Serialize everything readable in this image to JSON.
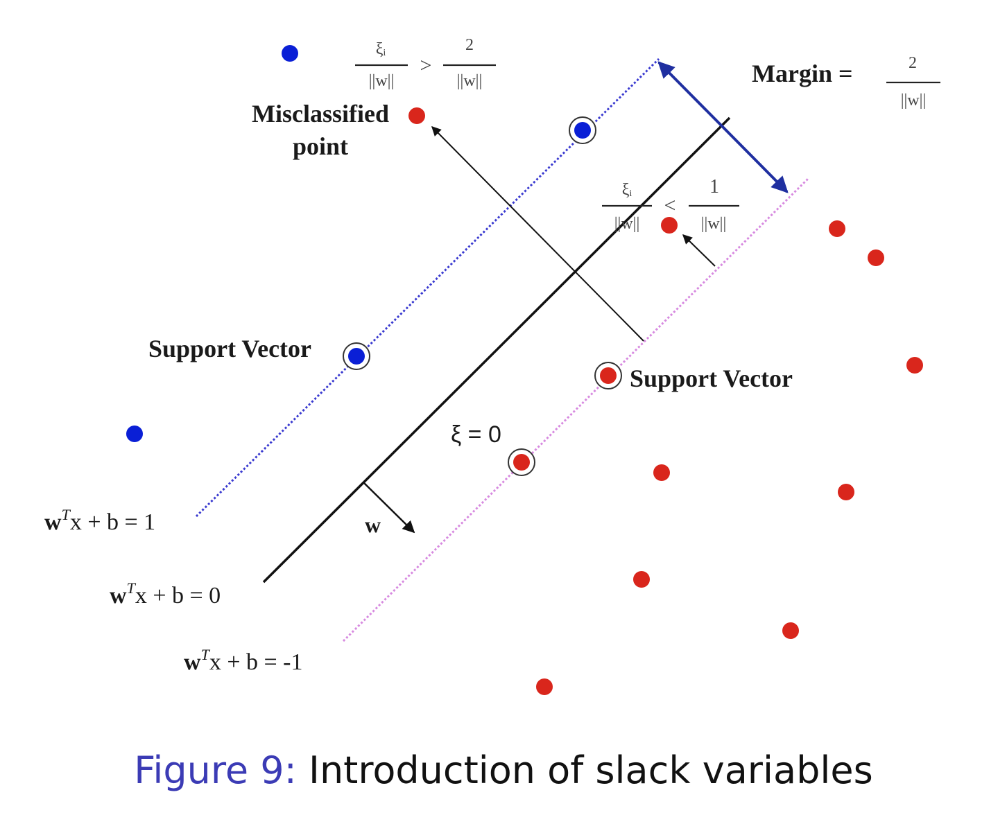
{
  "labels": {
    "misclassified_line1": "Misclassified",
    "misclassified_line2": "point",
    "support_vector_left": "Support Vector",
    "support_vector_right": "Support Vector",
    "margin_label": "Margin =",
    "xi_zero": "ξ = 0",
    "w_vector": "w"
  },
  "fractions": {
    "top": {
      "num_left": "ξᵢ",
      "den_left": "||w||",
      "op": ">",
      "num_right": "2",
      "den_right": "||w||"
    },
    "mid": {
      "num_left": "ξᵢ",
      "den_left": "||w||",
      "op": "<",
      "num_right": "1",
      "den_right": "||w||"
    },
    "margin": {
      "num": "2",
      "den": "||w||"
    }
  },
  "equations": {
    "plus_one": {
      "w": "w",
      "T": "T",
      "rest": "x + b = 1"
    },
    "zero": {
      "w": "w",
      "T": "T",
      "rest": "x + b = 0"
    },
    "minus_one": {
      "w": "w",
      "T": "T",
      "rest": "x + b = -1"
    }
  },
  "colors": {
    "blue_point": "#0a1fd6",
    "red_point": "#d9261c",
    "upper_margin": "#3a3ad0",
    "lower_margin": "#d78ae0",
    "margin_arrow": "#1f2fa0",
    "hyperplane": "#111111"
  },
  "caption": {
    "figure_label": "Figure 9:",
    "text": "Introduction of slack variables"
  }
}
